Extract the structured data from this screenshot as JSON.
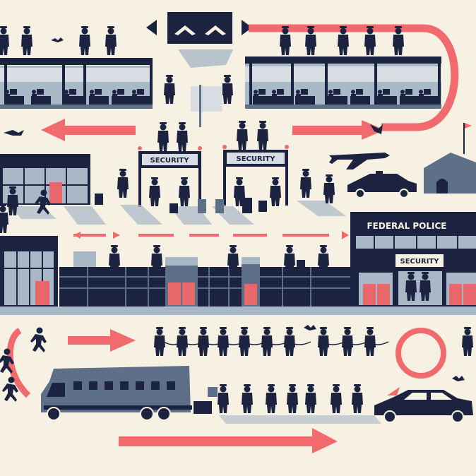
{
  "signs": {
    "security_left": "SECURITY",
    "security_right": "SECURITY",
    "federal_police": "FEDERAL POLICE",
    "building_security": "SECURITY"
  },
  "colors": {
    "background": "#f6f1e3",
    "navy": "#1c2340",
    "slate": "#5d7088",
    "light_slate": "#a9b8c6",
    "accent_red": "#f06a6e",
    "door_red": "#e8676a"
  },
  "icons": [
    "chevron-up-icon",
    "triangle-left-icon",
    "triangle-right-icon",
    "airplane-icon",
    "bird-icon",
    "flag-icon",
    "police-car-icon",
    "prison-bus-icon"
  ]
}
